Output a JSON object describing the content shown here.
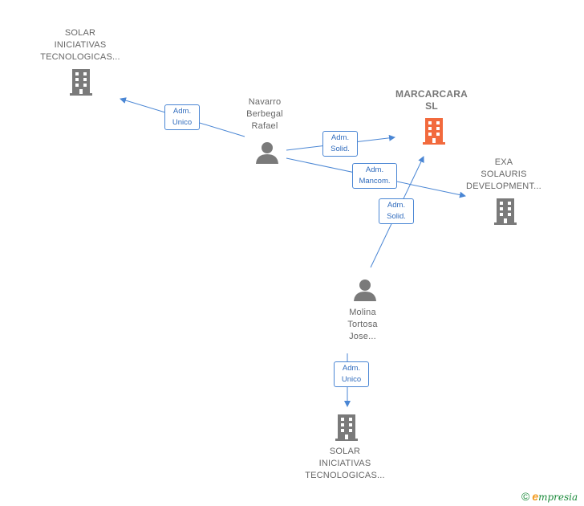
{
  "nodes": {
    "solar_top": {
      "line1": "SOLAR",
      "line2": "INICIATIVAS",
      "line3": "TECNOLOGICAS..."
    },
    "navarro": {
      "line1": "Navarro",
      "line2": "Berbegal",
      "line3": "Rafael"
    },
    "marcarcara": {
      "line1": "MARCARCARA",
      "line2": "SL"
    },
    "exa": {
      "line1": "EXA",
      "line2": "SOLAURIS",
      "line3": "DEVELOPMENT..."
    },
    "molina": {
      "line1": "Molina",
      "line2": "Tortosa",
      "line3": "Jose..."
    },
    "solar_bottom": {
      "line1": "SOLAR",
      "line2": "INICIATIVAS",
      "line3": "TECNOLOGICAS..."
    }
  },
  "edges": {
    "navarro_solar": {
      "line1": "Adm.",
      "line2": "Unico"
    },
    "navarro_marcarcara": {
      "line1": "Adm.",
      "line2": "Solid."
    },
    "navarro_exa": {
      "line1": "Adm.",
      "line2": "Mancom."
    },
    "molina_marcarcara": {
      "line1": "Adm.",
      "line2": "Solid."
    },
    "molina_solar": {
      "line1": "Adm.",
      "line2": "Unico"
    }
  },
  "colors": {
    "edge": "#4a86d4",
    "company_icon": "#7a7a7a",
    "highlight_icon": "#f26a3d",
    "person_icon": "#7a7a7a"
  },
  "brand": {
    "copyright": "©",
    "initial": "e",
    "name": "mpresia"
  }
}
